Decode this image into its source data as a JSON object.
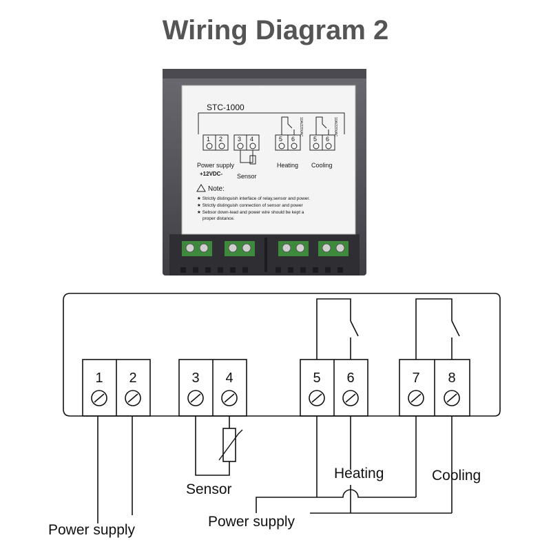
{
  "title": "Wiring Diagram 2",
  "device": {
    "model": "STC-1000",
    "terminals": [
      "1",
      "2",
      "3",
      "4",
      "5",
      "6",
      "5",
      "6"
    ],
    "relay_rating": "10A/220VAC",
    "labels": {
      "power_supply": "Power supply",
      "voltage": "+12VDC-",
      "sensor": "Sensor",
      "heating": "Heating",
      "cooling": "Cooling"
    },
    "note_title": "Note:",
    "notes": [
      "Strictly distinguish interface of relay,sensor and power.",
      "Strictly distinguish connection of sensor and power",
      "Sebsor down-lead and power wire should be kept a",
      "proper distance."
    ]
  },
  "diagram": {
    "terminals": [
      "1",
      "2",
      "3",
      "4",
      "5",
      "6",
      "7",
      "8"
    ],
    "labels": {
      "sensor": "Sensor",
      "heating": "Heating",
      "cooling": "Cooling",
      "power_supply_left": "Power supply",
      "power_supply_right": "Power supply"
    }
  }
}
